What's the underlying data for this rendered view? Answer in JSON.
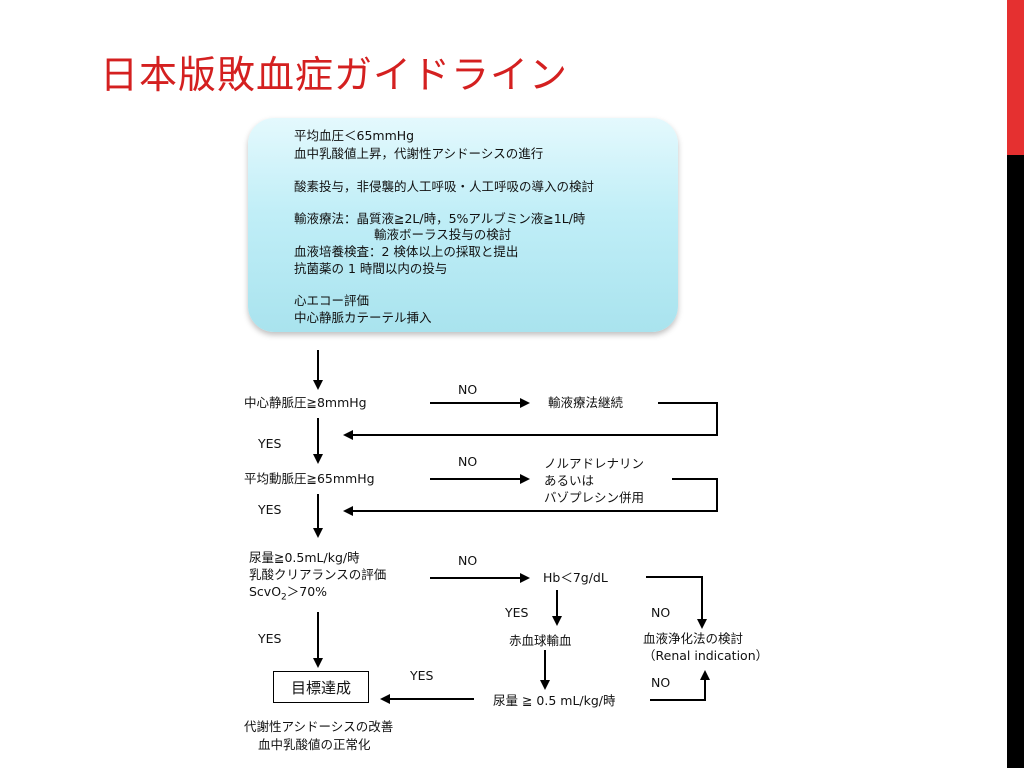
{
  "title": "日本版敗血症ガイドライン",
  "box": {
    "line1": "平均血圧＜65mmHg",
    "line2": "血中乳酸値上昇，代謝性アシドーシスの進行",
    "line3": "酸素投与，非侵襲的人工呼吸・人工呼吸の導入の検討",
    "line4": "輸液療法：晶質液≧2L/時，5%アルブミン液≧1L/時",
    "line5": "輸液ボーラス投与の検討",
    "line6": "血液培養検査：2 検体以上の採取と提出",
    "line7": "抗菌薬の 1 時間以内の投与",
    "line8": "心エコー評価",
    "line9": "中心静脈カテーテル挿入"
  },
  "flow": {
    "cvp": "中心静脈圧≧8mmHg",
    "no1": "NO",
    "fluid_continue": "輸液療法継続",
    "yes1": "YES",
    "map": "平均動脈圧≧65mmHg",
    "no2": "NO",
    "vaso1": "ノルアドレナリン",
    "vaso2": "あるいは",
    "vaso3": "バゾプレシン併用",
    "yes2": "YES",
    "urine1": "尿量≧0.5mL/kg/時",
    "urine2": "乳酸クリアランスの評価",
    "scv_pre": "ScvO",
    "scv_sub": "2",
    "scv_post": "＞70%",
    "no3": "NO",
    "hb": "Hb＜7g/dL",
    "yes_hb": "YES",
    "rbc": "赤血球輸血",
    "no_hb": "NO",
    "blood_purif": "血液浄化法の検討",
    "renal": "（Renal indication）",
    "yes3": "YES",
    "goal": "目標達成",
    "yes_goal": "YES",
    "urine_check": "尿量  ≧  0.5 mL/kg/時",
    "no_urine": "NO",
    "result1": "代謝性アシドーシスの改善",
    "result2": "血中乳酸値の正常化"
  }
}
